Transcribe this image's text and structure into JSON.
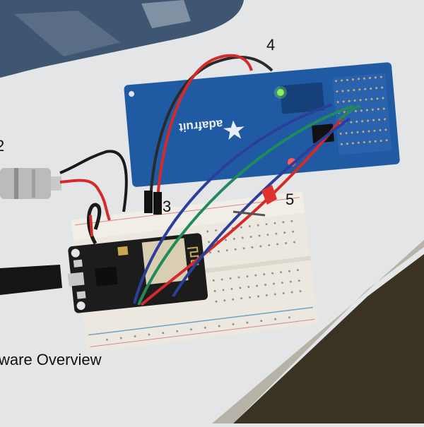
{
  "photo": {
    "subject": "NodeMCU ESP8266 on breadboard wired to Adafruit PN532 NFC/RFID shield with barrel power jack",
    "colors": {
      "table": "#e4e6e8",
      "mousepad": "#3d5470",
      "nfc_board": "#1f5aa3",
      "breadboard": "#ece8df",
      "nodemcu": "#1c1c1c",
      "wire_blue": "#2b3f9a",
      "wire_green": "#1f8a5a",
      "wire_red": "#d42a2a",
      "floor": "#3a3222"
    }
  },
  "labels": {
    "l2": "2",
    "l3": "3",
    "l4": "4",
    "l5": "5"
  },
  "caption": "ware Overview",
  "board_text": {
    "brand": "adafruit"
  }
}
